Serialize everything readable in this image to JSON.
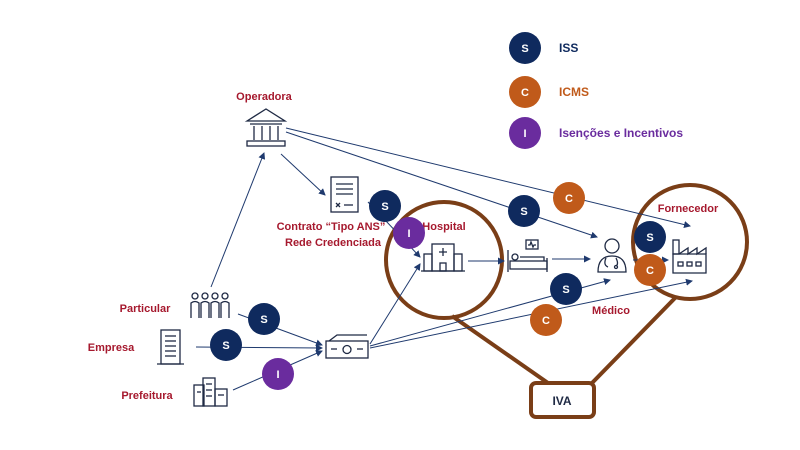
{
  "legend": [
    {
      "letter": "S",
      "label": "ISS",
      "circle_color": "#0f2a5e",
      "text_color": "#0f2a5e"
    },
    {
      "letter": "C",
      "label": "ICMS",
      "circle_color": "#c05a1a",
      "text_color": "#c05a1a"
    },
    {
      "letter": "I",
      "label": "Isenções e Incentivos",
      "circle_color": "#6a2c9e",
      "text_color": "#6a2c9e"
    }
  ],
  "nodes": {
    "operadora": "Operadora",
    "contrato_line1": "Contrato “Tipo ANS”",
    "contrato_line2": "Rede Credenciada",
    "hospital": "Hospital",
    "particular": "Particular",
    "empresa": "Empresa",
    "prefeitura": "Prefeitura",
    "fornecedor": "Fornecedor",
    "medico": "Médico"
  },
  "iva_label": "IVA",
  "badge_letters": {
    "iss": "S",
    "icms": "C",
    "incentivos": "I"
  },
  "colors": {
    "iss": "#0f2a5e",
    "icms": "#c05a1a",
    "incentivos": "#6a2c9e",
    "iva": "#7a3e17",
    "labels": "#a6192e",
    "arrows": "#1f3a6e"
  },
  "icons": [
    "bank-icon",
    "contract-icon",
    "hospital-icon",
    "hospital-bed-icon",
    "doctor-icon",
    "factory-icon",
    "people-icon",
    "office-building-icon",
    "city-buildings-icon",
    "money-icon"
  ]
}
